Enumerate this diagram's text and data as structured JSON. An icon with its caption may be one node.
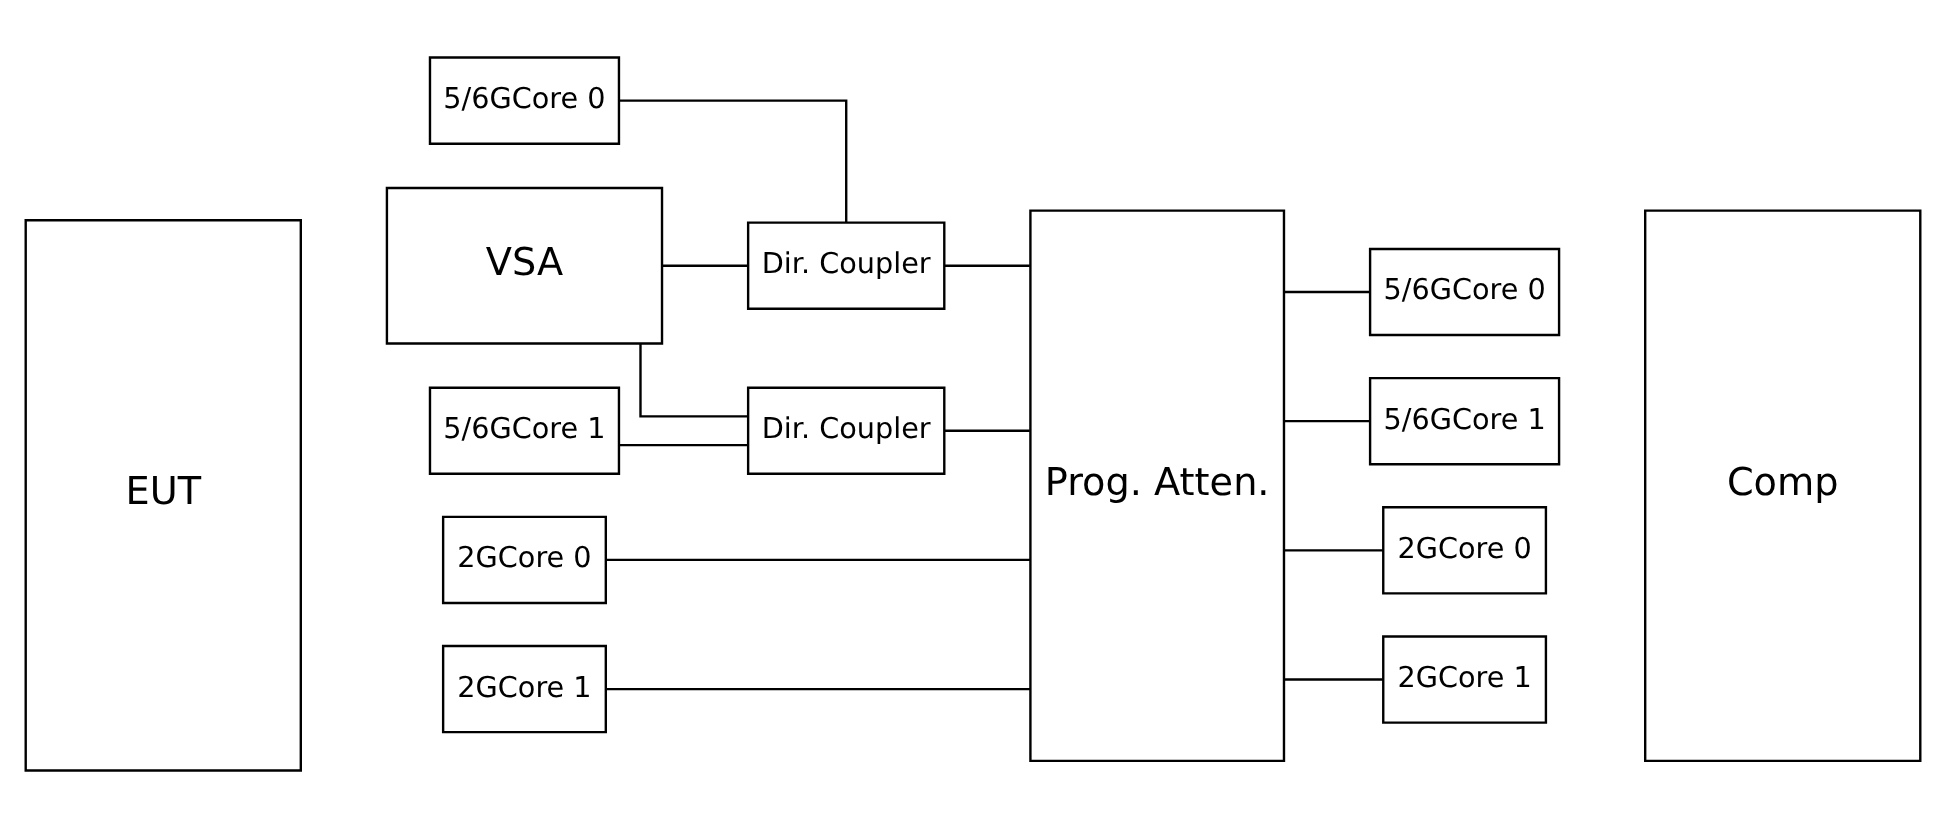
{
  "diagram": {
    "nodes": [
      {
        "text": [
          "VSA"
        ]
      },
      {
        "text": [
          "EUT"
        ]
      },
      {
        "text": [
          "5/6GCore 0"
        ]
      },
      {
        "text": [
          "5/6GCore 1"
        ]
      },
      {
        "text": [
          "2GCore 0"
        ]
      },
      {
        "text": [
          "2GCore 1"
        ]
      },
      {
        "text": [
          "Dir. Coupler"
        ]
      },
      {
        "text": [
          "Dir. Coupler"
        ]
      },
      {
        "text": [
          "Prog. Atten."
        ]
      },
      {
        "text": [
          "5/6GCore 0"
        ]
      },
      {
        "text": [
          "5/6GCore 1"
        ]
      },
      {
        "text": [
          "2GCore 0"
        ]
      },
      {
        "text": [
          "2GCore 1"
        ]
      },
      {
        "text": [
          "Comp"
        ]
      }
    ],
    "edges": [
      {
        "from": 0,
        "to": 6,
        "arrow": "none"
      },
      {
        "from": 0,
        "to": 7,
        "arrow": "none"
      },
      {
        "from": 2,
        "to": 6,
        "arrow": "none"
      },
      {
        "from": 6,
        "to": 8,
        "arrow": "none"
      },
      {
        "from": 3,
        "to": 7,
        "arrow": "none"
      },
      {
        "from": 7,
        "to": 8,
        "arrow": "none"
      },
      {
        "from": 4,
        "to": 8,
        "arrow": "none"
      },
      {
        "from": 5,
        "to": 8,
        "arrow": "none"
      },
      {
        "from": 8,
        "to": 9,
        "arrow": "none"
      },
      {
        "from": 8,
        "to": 10,
        "arrow": "none"
      },
      {
        "from": 8,
        "to": 11,
        "arrow": "none"
      },
      {
        "from": 8,
        "to": 12,
        "arrow": "none"
      }
    ]
  }
}
